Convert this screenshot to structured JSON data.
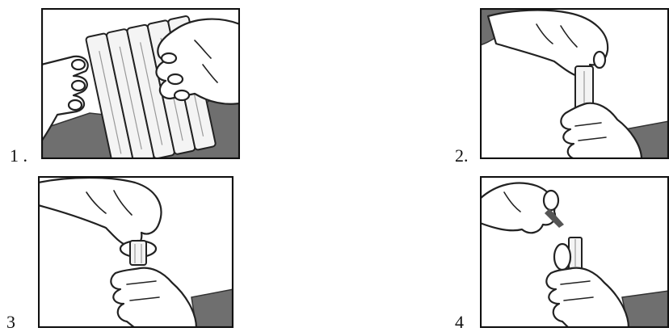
{
  "steps": [
    {
      "label": "1 ."
    },
    {
      "label": "2."
    },
    {
      "label": "3"
    },
    {
      "label": "4"
    }
  ],
  "colors": {
    "ink": "#222222",
    "shade": "#6f6f6f",
    "paper": "#ffffff"
  }
}
